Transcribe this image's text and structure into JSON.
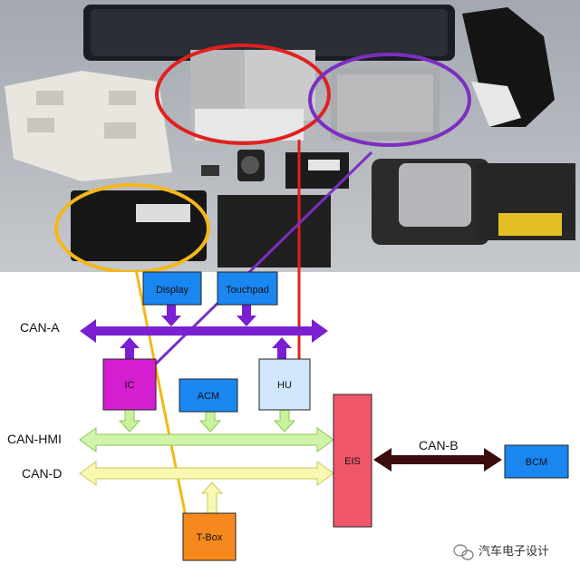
{
  "photo": {
    "description_hidden": ""
  },
  "buses": {
    "can_a": "CAN-A",
    "can_hmi": "CAN-HMI",
    "can_d": "CAN-D",
    "can_b": "CAN-B"
  },
  "nodes": {
    "display": "Display",
    "touchpad": "Touchpad",
    "ic": "IC",
    "acm": "ACM",
    "hu": "HU",
    "eis": "EIS",
    "tbox": "T-Box",
    "bcm": "BCM"
  },
  "watermark": {
    "text": "汽车电子设计"
  },
  "colors": {
    "can_a": "#7a1fd1",
    "can_hmi": "#c9f39b",
    "can_d": "#f5f59a",
    "can_b": "#3a0c0c",
    "blue_box": "#1a86f0",
    "ic": "#d61ed1",
    "hu": "#cfe6fb",
    "eis": "#f0566a",
    "tbox": "#f5891e",
    "red_ring": "#e0201f",
    "purple_ring": "#7b2fbf",
    "yellow_ring": "#f5b71a"
  }
}
